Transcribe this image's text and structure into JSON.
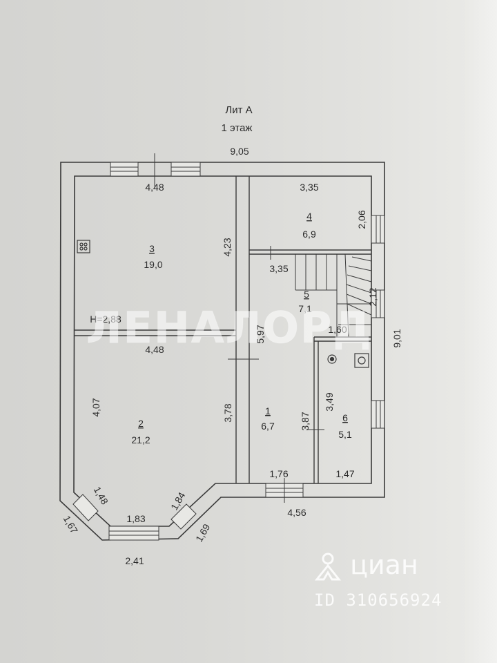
{
  "header": {
    "lit": "Лит А",
    "floor": "1 этаж"
  },
  "dimensions": {
    "top_total": "9,05",
    "room3_top": "4,48",
    "room4_top": "3,35",
    "room4_side": "2,06",
    "room3_side": "4,23",
    "stair_top": "3,35",
    "stair_side": "2,12",
    "height": "H=2,88",
    "room2_top": "4,48",
    "corridor_side": "5,97",
    "stair_bottom": "1,60",
    "right_total": "9,01",
    "room2_left": "4,07",
    "room2_right": "3,78",
    "room1_side": "3,87",
    "room6_side": "3,49",
    "room1_bottom": "1,76",
    "room6_bottom": "1,47",
    "bottom_right": "4,56",
    "bay_left_inner": "1,48",
    "bay_left_outer": "1,67",
    "bay_center_inner": "1,83",
    "bay_center_outer": "2,41",
    "bay_right_inner": "1,84",
    "bay_right_outer": "1,69"
  },
  "rooms": [
    {
      "number": "3",
      "area": "19,0"
    },
    {
      "number": "4",
      "area": "6,9"
    },
    {
      "number": "5",
      "area": "7,1"
    },
    {
      "number": "2",
      "area": "21,2"
    },
    {
      "number": "1",
      "area": "6,7"
    },
    {
      "number": "6",
      "area": "5,1"
    }
  ],
  "icons": {
    "stove": "stove-icon",
    "boiler": "boiler-icon",
    "sink": "sink-icon"
  },
  "watermarks": {
    "lenoblpotok": "ЛЕНАЛОРД",
    "cian_brand": "циан",
    "cian_id": "ID 310656924"
  }
}
